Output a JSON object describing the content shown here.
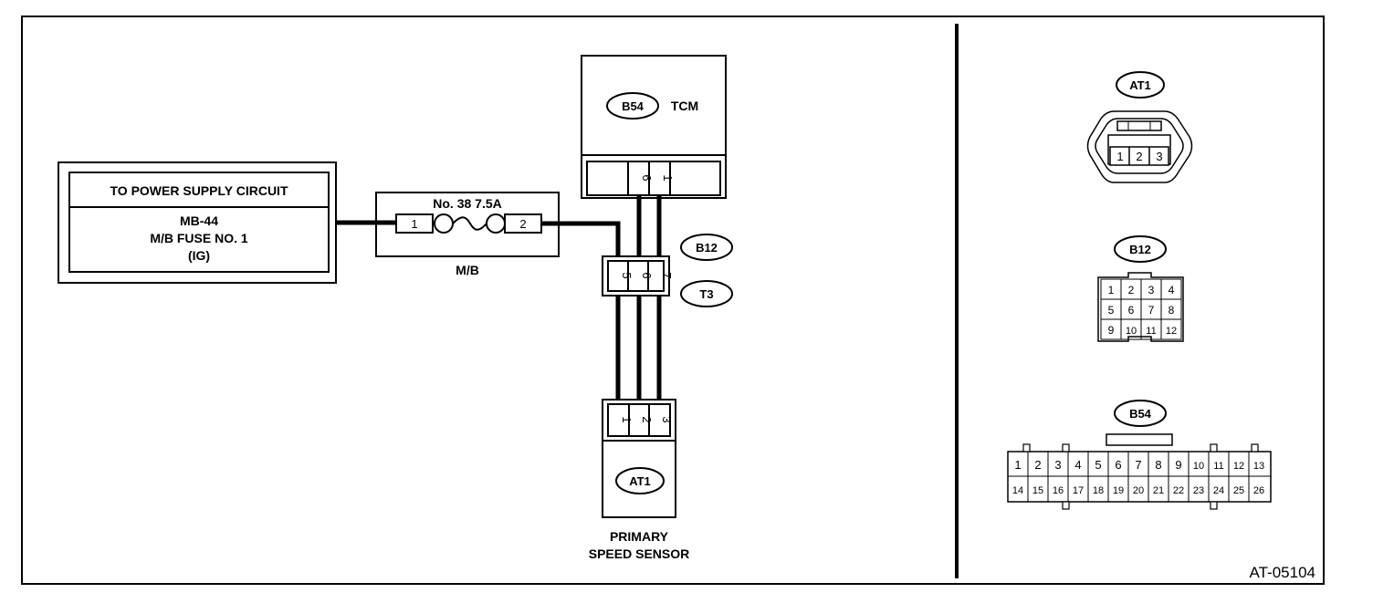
{
  "power_box": {
    "title": "TO POWER SUPPLY CIRCUIT",
    "line1": "MB-44",
    "line2": "M/B FUSE NO. 1",
    "line3": "(IG)"
  },
  "fuse": {
    "label": "No. 38 7.5A",
    "pin_left": "1",
    "pin_right": "2",
    "box_label": "M/B"
  },
  "tcm": {
    "connector_id": "B54",
    "label": "TCM",
    "pins": [
      "6",
      "1"
    ]
  },
  "junction": {
    "connector_top": "B12",
    "connector_bottom": "T3",
    "pins": [
      "5",
      "6",
      "7"
    ]
  },
  "sensor": {
    "connector_id": "AT1",
    "pins": [
      "1",
      "2",
      "3"
    ],
    "label_line1": "PRIMARY",
    "label_line2": "SPEED SENSOR"
  },
  "views": {
    "at1": {
      "label": "AT1",
      "pins": [
        "1",
        "2",
        "3"
      ]
    },
    "b12": {
      "label": "B12",
      "pins": [
        "1",
        "2",
        "3",
        "4",
        "5",
        "6",
        "7",
        "8",
        "9",
        "10",
        "11",
        "12"
      ]
    },
    "b54": {
      "label": "B54",
      "row1": [
        "1",
        "2",
        "3",
        "4",
        "5",
        "6",
        "7",
        "8",
        "9",
        "10",
        "11",
        "12",
        "13"
      ],
      "row2": [
        "14",
        "15",
        "16",
        "17",
        "18",
        "19",
        "20",
        "21",
        "22",
        "23",
        "24",
        "25",
        "26"
      ]
    }
  },
  "figure_id": "AT-05104"
}
